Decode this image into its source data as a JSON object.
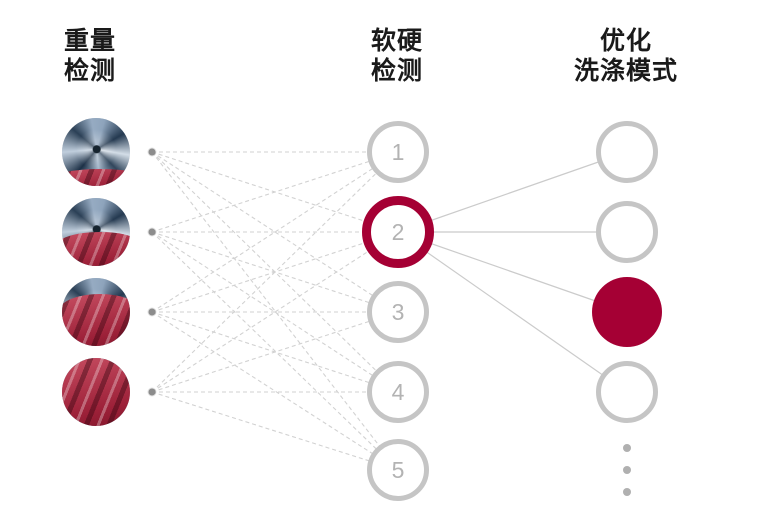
{
  "diagram": {
    "columns": {
      "weight": {
        "title_line1": "重量",
        "title_line2": "检测"
      },
      "softness": {
        "title_line1": "软硬",
        "title_line2": "检测"
      },
      "mode": {
        "title_line1": "优化",
        "title_line2": "洗涤模式"
      }
    },
    "input_nodes": [
      {
        "name": "drum-load-small",
        "red_fill_pct": 25
      },
      {
        "name": "drum-load-medium",
        "red_fill_pct": 50
      },
      {
        "name": "drum-load-large",
        "red_fill_pct": 76
      },
      {
        "name": "drum-load-full",
        "red_fill_pct": 104
      }
    ],
    "hidden_nodes": [
      {
        "label": "1",
        "highlighted": false
      },
      {
        "label": "2",
        "highlighted": true
      },
      {
        "label": "3",
        "highlighted": false
      },
      {
        "label": "4",
        "highlighted": false
      },
      {
        "label": "5",
        "highlighted": false
      }
    ],
    "output_nodes": [
      {
        "selected": false
      },
      {
        "selected": false
      },
      {
        "selected": true
      },
      {
        "selected": false
      }
    ],
    "ellipsis_dot_count": 3,
    "colors": {
      "accent_red": "#A50034",
      "ring_gray": "#c5c5c5",
      "number_gray": "#b3b3b3",
      "dashed_line": "#d2d2d2",
      "solid_line": "#cbcbcb",
      "connector_dot_gray": "#8c8c8c",
      "ellipsis_gray": "#b0b0b0",
      "title_color": "#1a1a1a"
    }
  }
}
